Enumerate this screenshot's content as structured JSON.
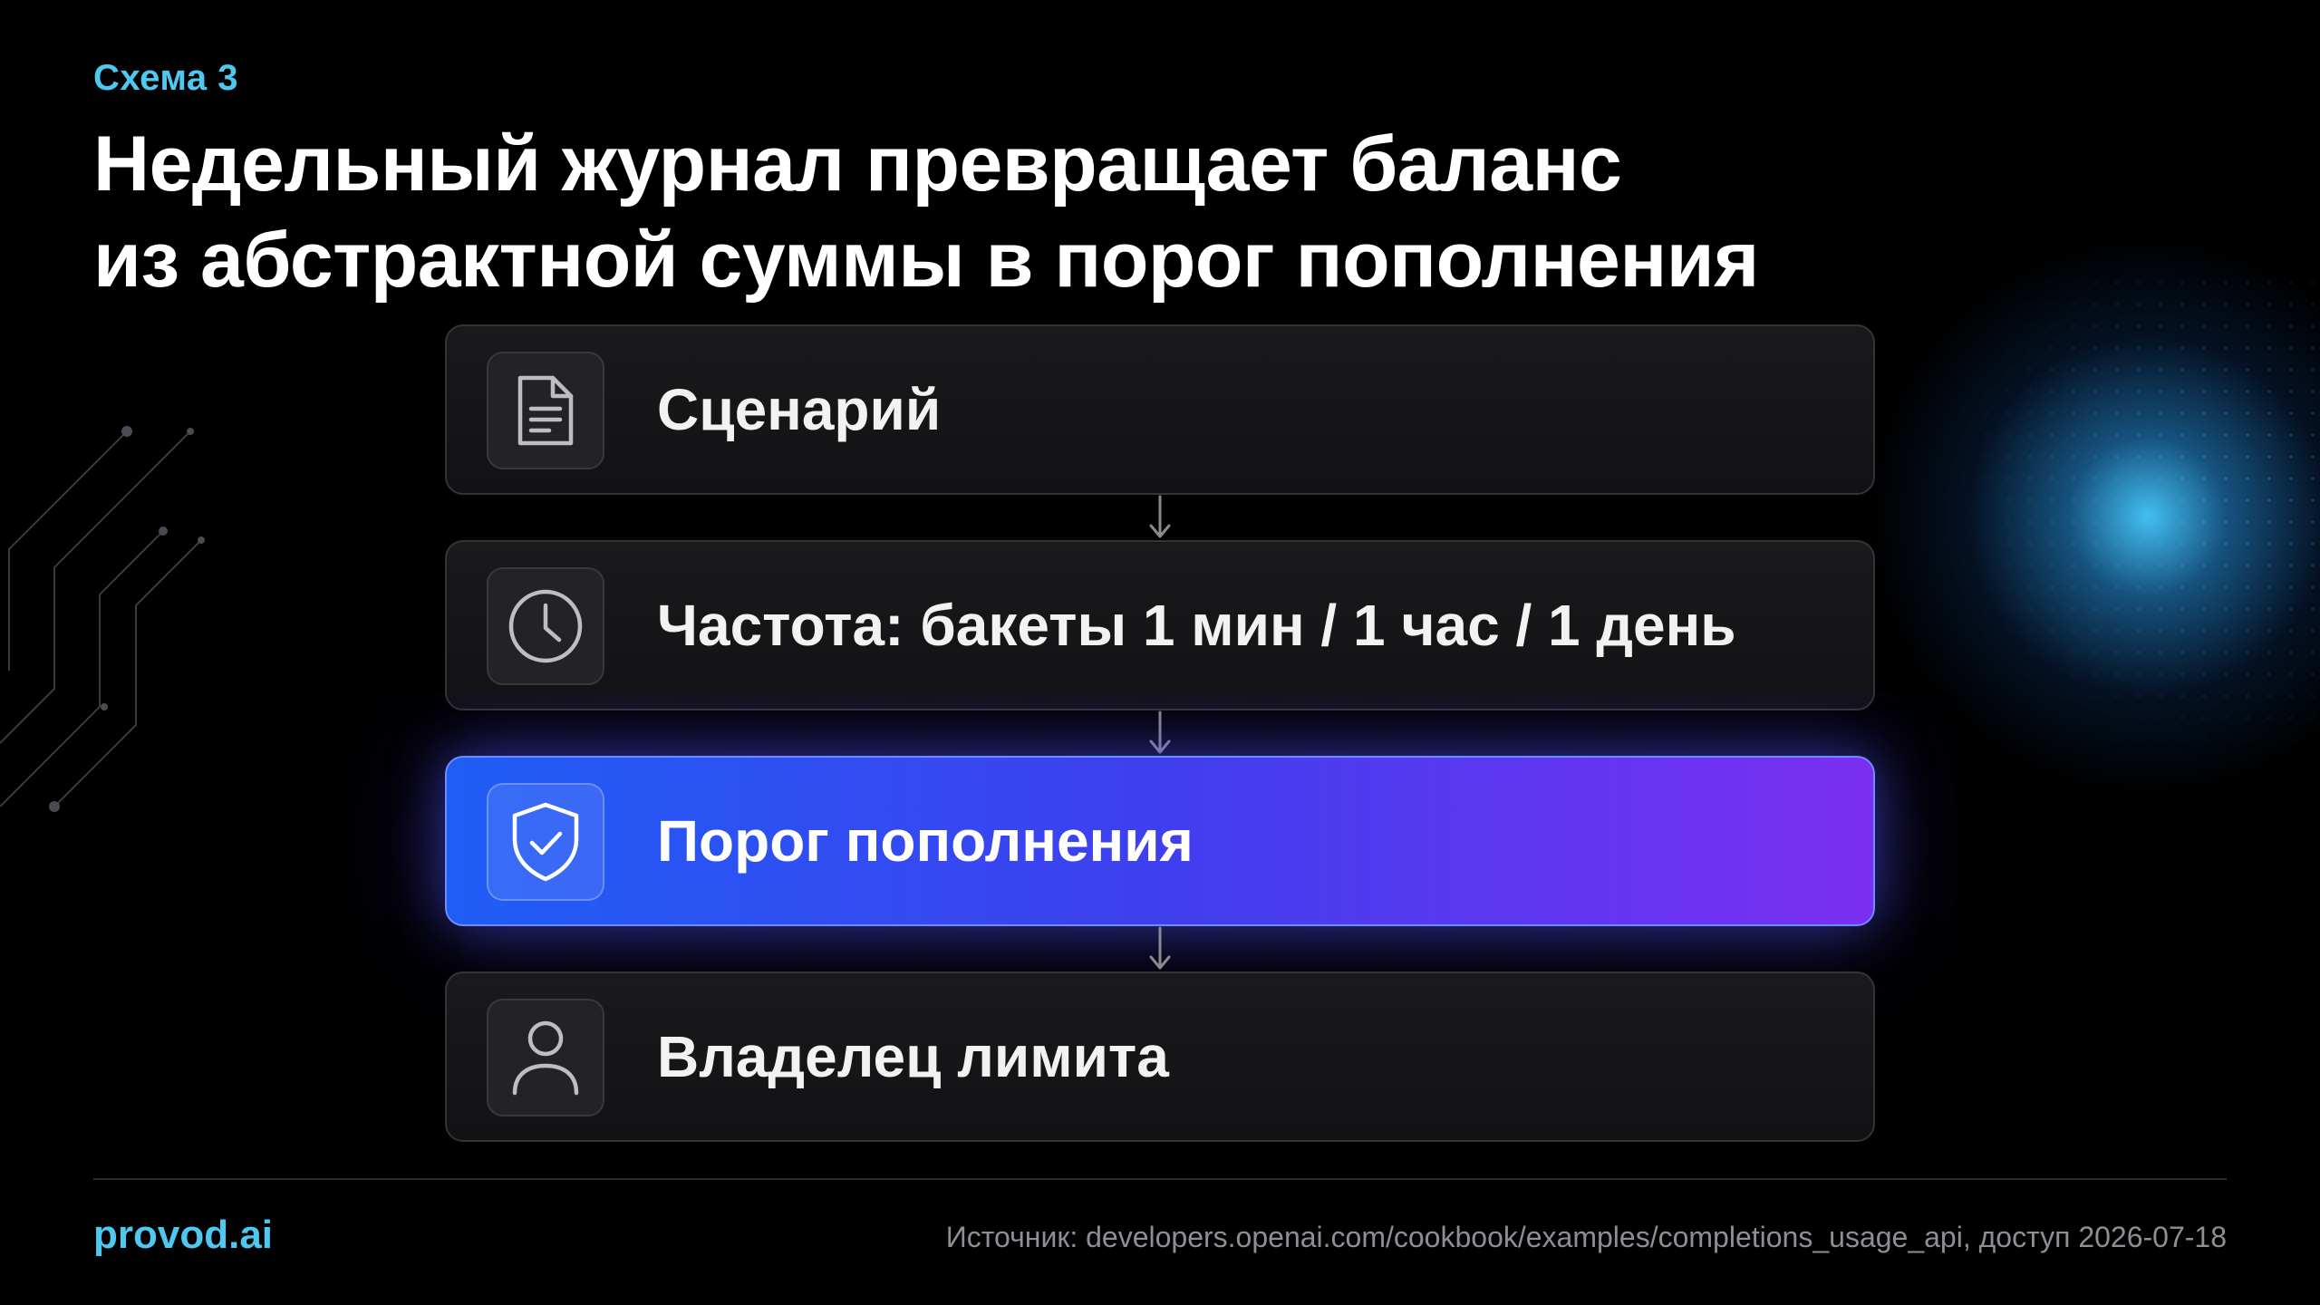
{
  "eyebrow": "Схема 3",
  "title": {
    "line1": "Недельный журнал превращает баланс",
    "line2": "из абстрактной суммы в порог пополнения"
  },
  "steps": [
    {
      "label": "Сценарий",
      "icon": "document-icon",
      "active": false
    },
    {
      "label": "Частота: бакеты 1 мин / 1 час / 1 день",
      "icon": "clock-icon",
      "active": false
    },
    {
      "label": "Порог пополнения",
      "icon": "shield-check-icon",
      "active": true
    },
    {
      "label": "Владелец лимита",
      "icon": "user-icon",
      "active": false
    }
  ],
  "footer": {
    "brand": "provod.ai",
    "source": "Источник:  developers.openai.com/cookbook/examples/completions_usage_api, доступ 2026-07-18"
  },
  "colors": {
    "accent": "#4fc8f0",
    "active_gradient_start": "#1f5ef5",
    "active_gradient_end": "#7b2ff2",
    "card_bg": "#161618",
    "background": "#000000"
  }
}
